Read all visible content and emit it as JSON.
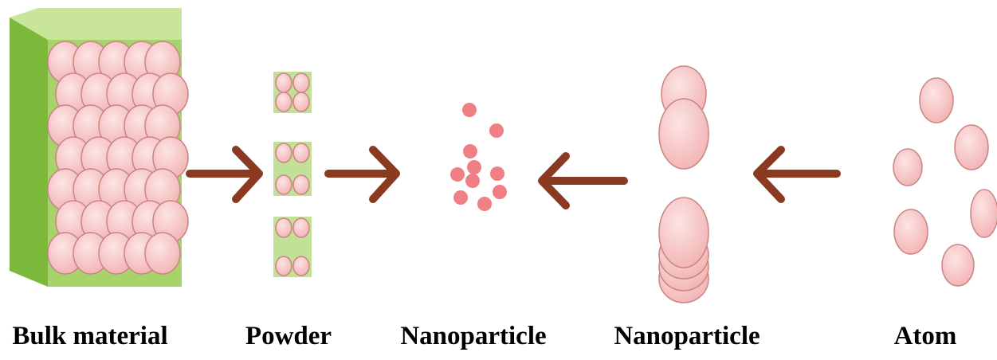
{
  "labels": {
    "bulk": "Bulk material",
    "powder": "Powder",
    "nano_left": "Nanoparticle",
    "nano_right": "Nanoparticle",
    "atom": "Atom"
  },
  "colors": {
    "cube_front": "#a6d46a",
    "cube_side": "#7cb93a",
    "cube_top": "#c8e59a",
    "particle_fill": "#f6c3c3",
    "particle_stroke": "#c98585",
    "small_particle": "#ef7f84",
    "arrow": "#8b3a22",
    "label_text": "#000000"
  },
  "icons": {
    "arrow_right": "arrow-right-icon",
    "arrow_left": "arrow-left-icon"
  }
}
